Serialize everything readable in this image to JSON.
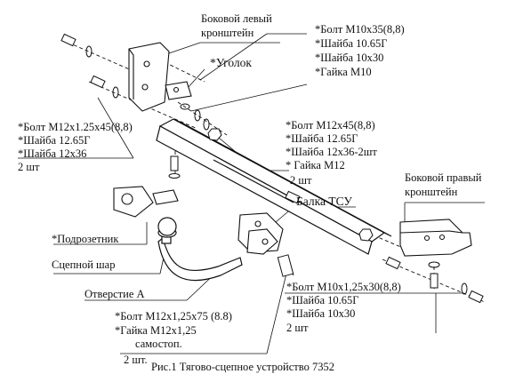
{
  "labels": {
    "left_bracket": [
      "Боковой левый",
      "кронштейн"
    ],
    "right_bracket": [
      "Боковой правый",
      "кронштейн"
    ],
    "angle": "*Уголок",
    "beam": "Балка ТСУ",
    "socket_holder": "*Подрозетник",
    "ball": "Сцепной шар",
    "hole": "Отверстие А",
    "kit_top_right": [
      "*Болт M10x35(8,8)",
      "*Шайба 10.65Г",
      "*Шайба 10x30",
      "*Гайка M10"
    ],
    "kit_left": [
      "*Болт M12x1.25x45(8,8)",
      "*Шайба 12.65Г",
      "*Шайба 12x36",
      "2 шт"
    ],
    "kit_middle": [
      "*Болт M12x45(8,8)",
      "*Шайба 12.65Г",
      "*Шайба 12x36-2шт",
      "* Гайка M12",
      "2 шт"
    ],
    "kit_bottom_right": [
      "*Болт M10x1,25x30(8,8)",
      "*Шайба 10.65Г",
      "*Шайба 10x30",
      "2 шт"
    ],
    "kit_bottom": [
      "*Болт M12x1,25x75 (8.8)",
      "*Гайка M12x1,25",
      "самостоп.",
      "2 шт."
    ],
    "caption": "Рис.1 Тягово-сцепное устройство 7352"
  },
  "icons": {
    "bolt": "bolt-icon",
    "washer": "washer-icon",
    "nut": "nut-icon"
  }
}
